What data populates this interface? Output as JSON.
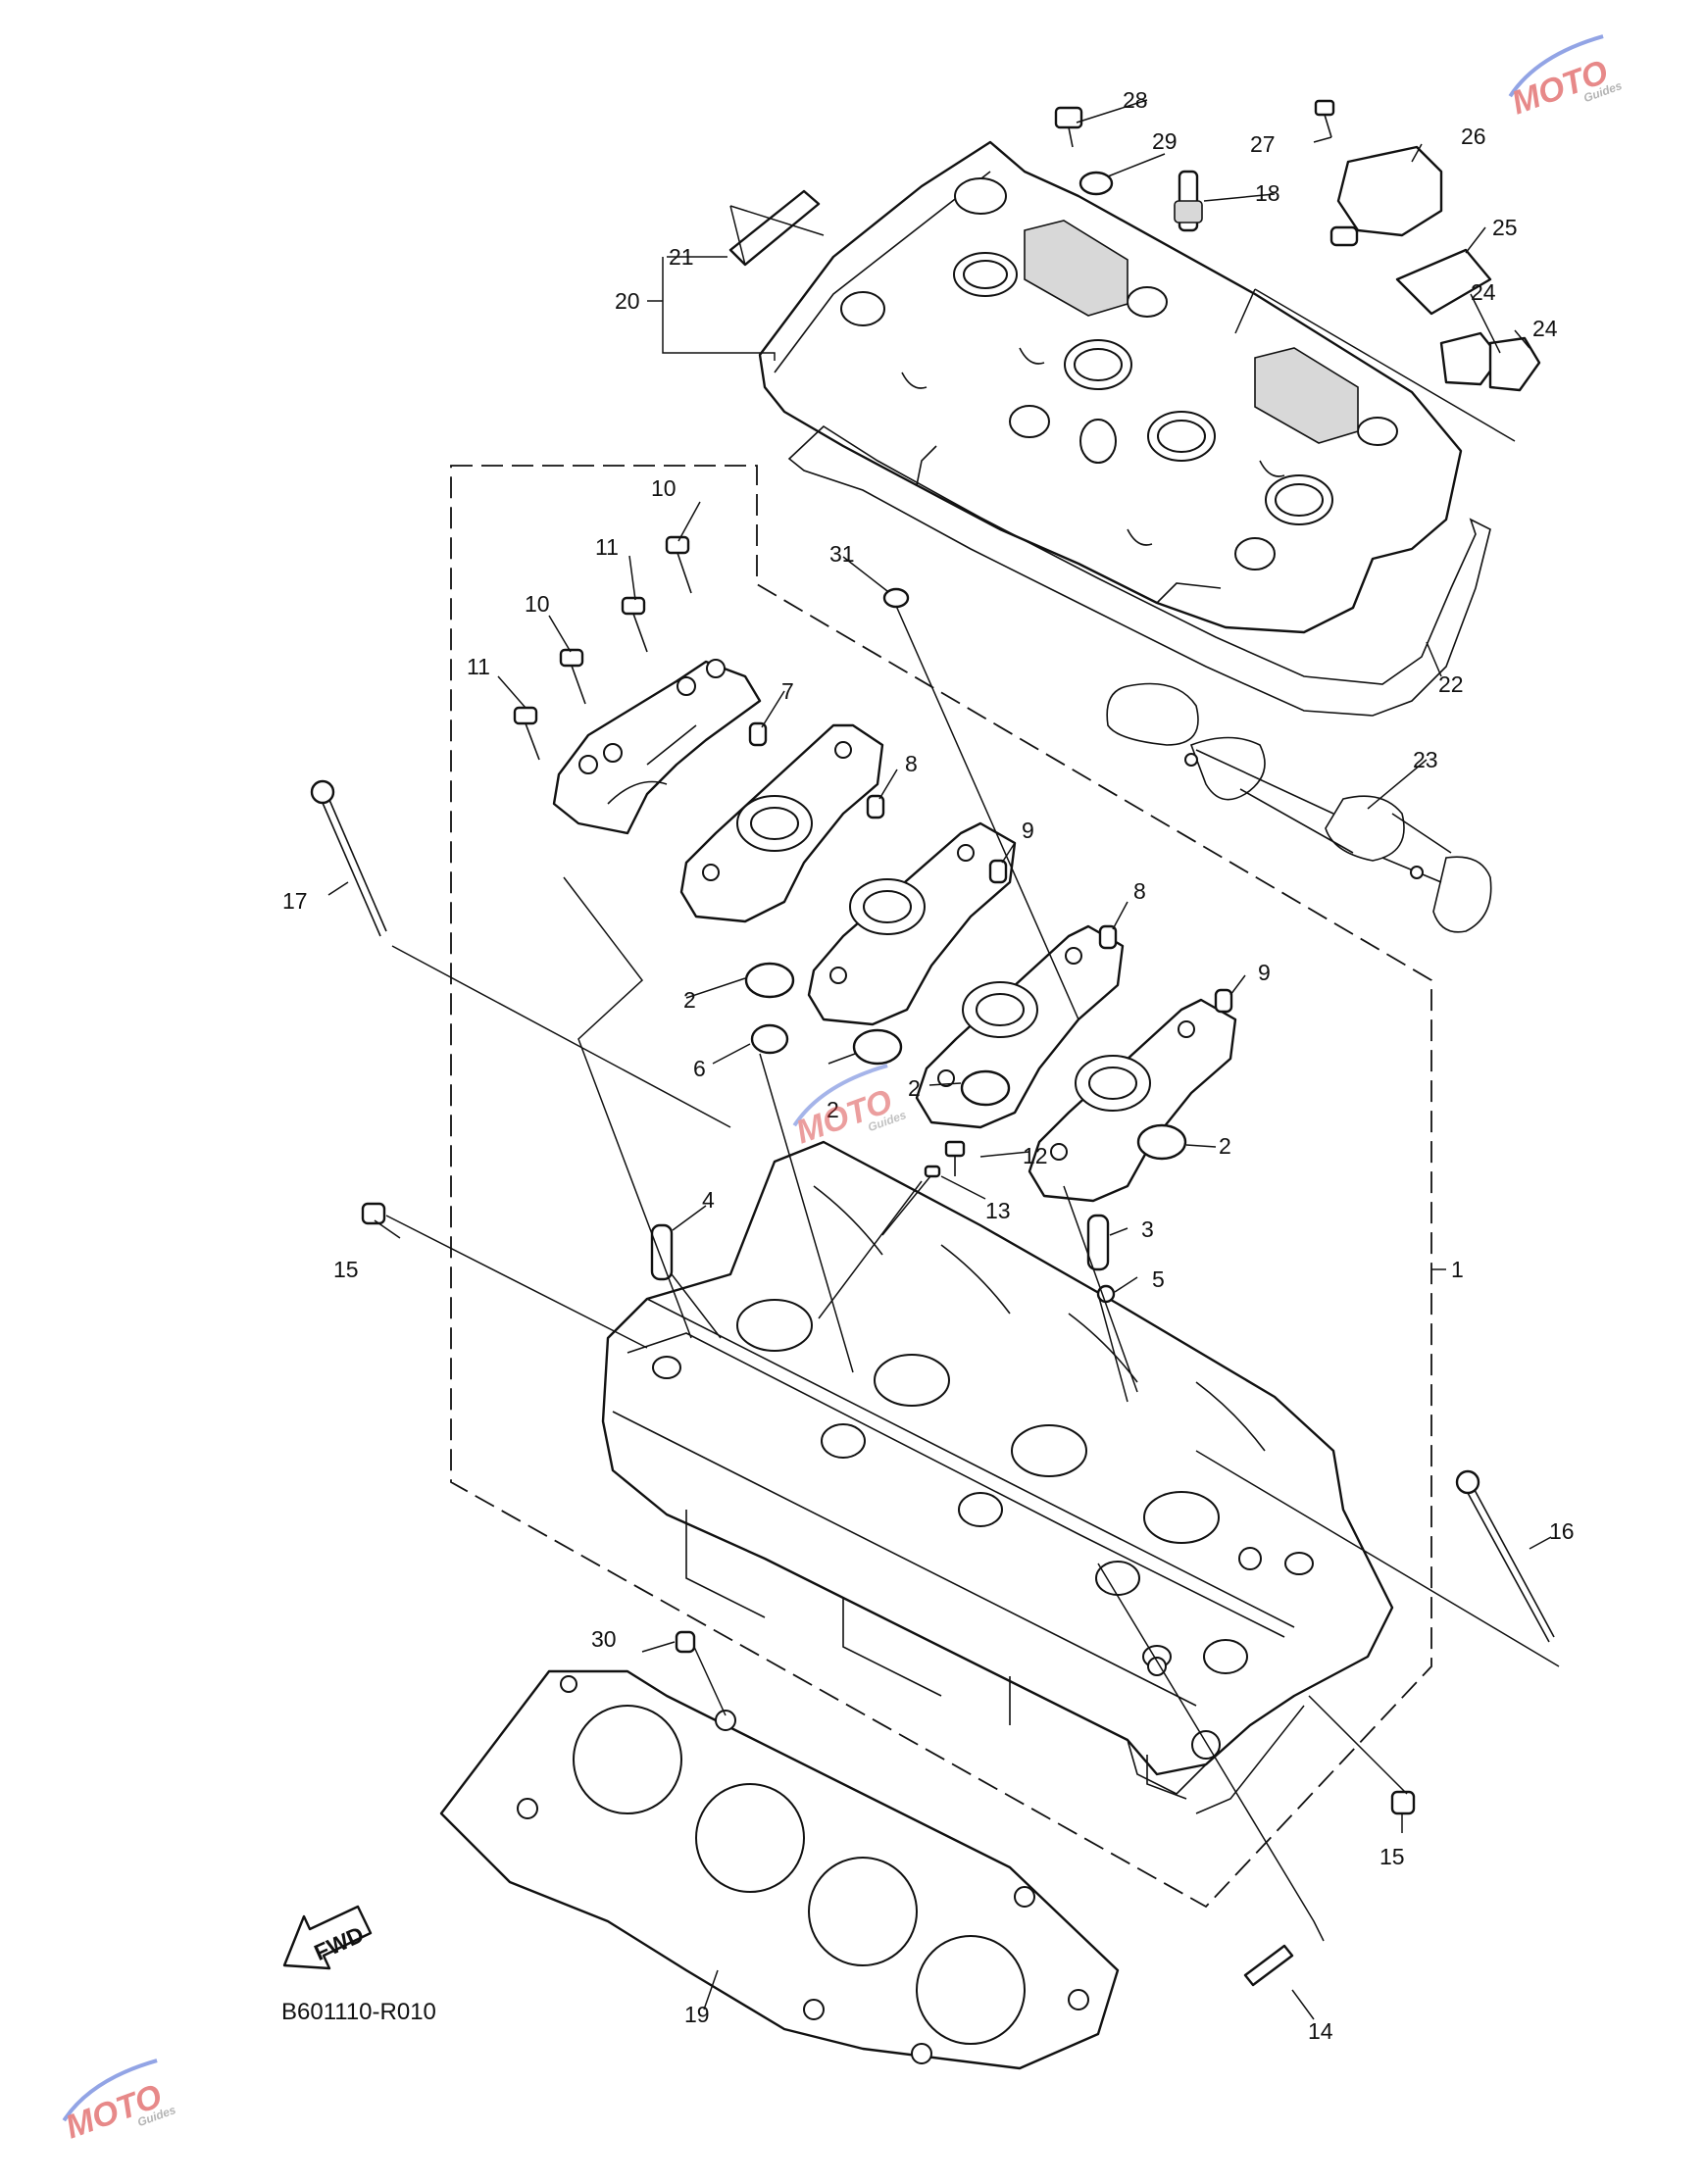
{
  "diagram": {
    "code": "B601110-R010",
    "fwd_label": "FWD",
    "watermark_text": "MOTO",
    "watermark_sub": "Guides",
    "colors": {
      "line": "#111111",
      "background": "#ffffff",
      "watermark_red": "#d42a2a",
      "watermark_blue": "#3a5ad0"
    },
    "callouts": [
      "1",
      "2",
      "2",
      "2",
      "2",
      "3",
      "4",
      "5",
      "6",
      "7",
      "8",
      "8",
      "9",
      "9",
      "10",
      "10",
      "11",
      "11",
      "12",
      "13",
      "14",
      "15",
      "15",
      "16",
      "17",
      "18",
      "19",
      "20",
      "21",
      "22",
      "23",
      "24",
      "24",
      "25",
      "26",
      "27",
      "28",
      "29",
      "30",
      "31"
    ]
  }
}
